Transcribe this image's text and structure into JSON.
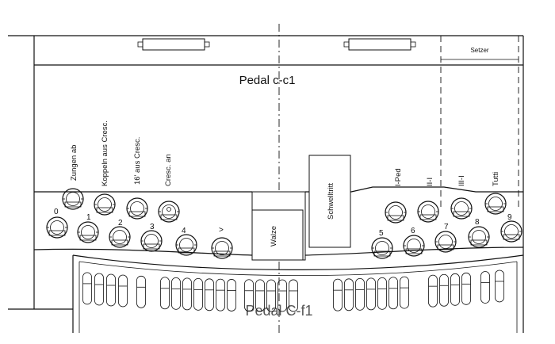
{
  "titles": {
    "pedal_upper": "Pedal c-c1",
    "pedal_lower": "Pedal C-f1",
    "setzer": "Setzer"
  },
  "left_labels": [
    "Zungen ab",
    "Koppeln aus Cresc.",
    "16' aus Cresc.",
    "Cresc. an"
  ],
  "left_numbers": [
    "0",
    "1",
    "2",
    "3",
    "4"
  ],
  "arrow_label": ">",
  "walze_label": "Walze",
  "schwelltritt_label": "Schwelltritt",
  "right_labels": [
    "I-Ped",
    "II-I",
    "III-I",
    "Tutti"
  ],
  "right_numbers": [
    "5",
    "6",
    "7",
    "8",
    "9"
  ]
}
